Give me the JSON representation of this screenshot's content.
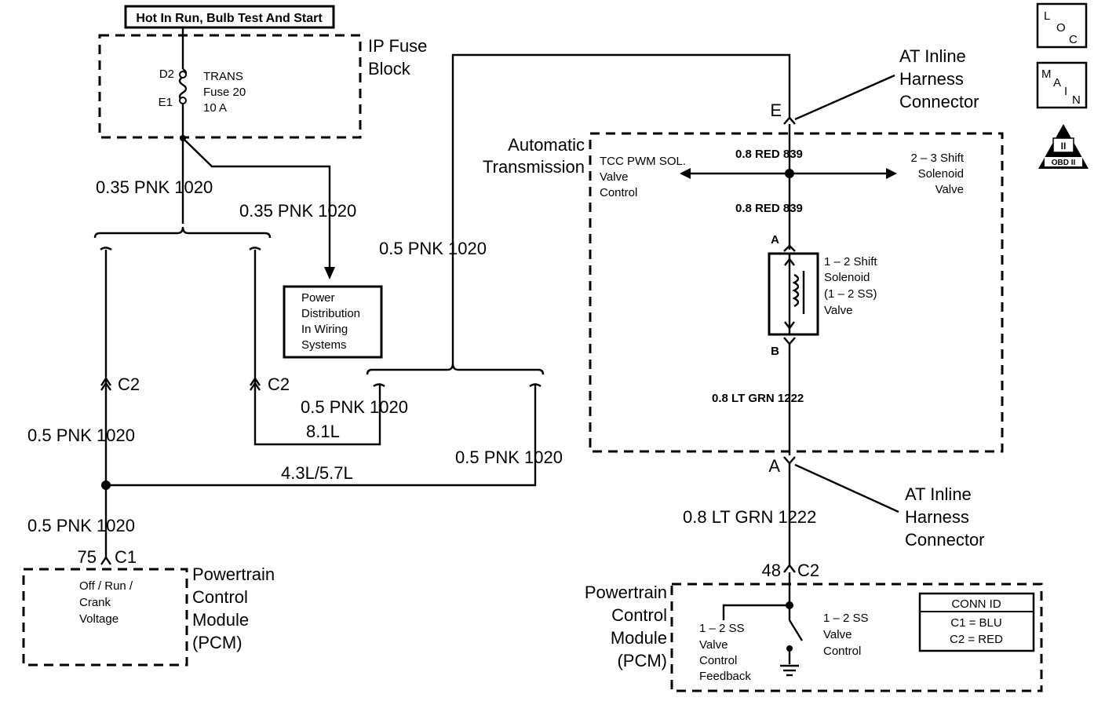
{
  "power_source": "Hot In Run, Bulb Test And Start",
  "ip_fuse_block": {
    "title_line1": "IP Fuse",
    "title_line2": "Block",
    "pin_in": "D2",
    "pin_out": "E1",
    "fuse_line1": "TRANS",
    "fuse_line2": "Fuse 20",
    "fuse_line3": "10 A"
  },
  "wires": {
    "fuse_out": "0.35 PNK  1020",
    "to_power_dist": "0.35 PNK  1020",
    "to_trans": "0.5 PNK  1020",
    "left_mid": "0.5 PNK  1020",
    "branch_81l": "0.5 PNK  1020",
    "branch_43l": "0.5 PNK  1020",
    "to_pcm": "0.5 PNK  1020",
    "tcc_upper": "0.8 RED  839",
    "tcc_lower": "0.8 RED  839",
    "ss_out": "0.8 LT GRN  1222",
    "to_pcm_right": "0.8 LT GRN  1222"
  },
  "engine_options": {
    "opt1": "8.1L",
    "opt2": "4.3L/5.7L"
  },
  "power_distribution": {
    "line1": "Power",
    "line2": "Distribution",
    "line3": "In Wiring",
    "line4": "Systems"
  },
  "connectors": {
    "c2_left": "C2",
    "c2_mid": "C2",
    "pcm_left_pin": "75",
    "pcm_left_conn": "C1",
    "at_e": "E",
    "at_a": "A",
    "sol_a": "A",
    "sol_b": "B",
    "pcm_right_pin": "48",
    "pcm_right_conn": "C2"
  },
  "at_inline_top": {
    "line1": "AT Inline",
    "line2": "Harness",
    "line3": "Connector"
  },
  "at_inline_bottom": {
    "line1": "AT Inline",
    "line2": "Harness",
    "line3": "Connector"
  },
  "automatic_transmission": {
    "line1": "Automatic",
    "line2": "Transmission"
  },
  "tcc_pwm": {
    "line1": "TCC PWM SOL.",
    "line2": "Valve",
    "line3": "Control"
  },
  "shift_23": {
    "line1": "2 – 3 Shift",
    "line2": "Solenoid",
    "line3": "Valve"
  },
  "shift_12": {
    "line1": "1 – 2 Shift",
    "line2": "Solenoid",
    "line3": "(1 – 2 SS)",
    "line4": "Valve"
  },
  "pcm_left": {
    "line1": "Powertrain",
    "line2": "Control",
    "line3": "Module",
    "line4": "(PCM)",
    "inner1": "Off / Run /",
    "inner2": "Crank",
    "inner3": "Voltage"
  },
  "pcm_right": {
    "line1": "Powertrain",
    "line2": "Control",
    "line3": "Module",
    "line4": "(PCM)",
    "fb1": "1 – 2 SS",
    "fb2": "Valve",
    "fb3": "Control",
    "fb4": "Feedback",
    "ctl1": "1 – 2 SS",
    "ctl2": "Valve",
    "ctl3": "Control"
  },
  "conn_id": {
    "title": "CONN ID",
    "row1": "C1  =  BLU",
    "row2": "C2  =  RED"
  },
  "icons": {
    "loc": {
      "l": "L",
      "o": "O",
      "c": "C"
    },
    "main": {
      "m": "M",
      "a": "A",
      "i": "I",
      "n": "N"
    },
    "obd": {
      "numeral": "II",
      "label": "OBD II"
    }
  }
}
